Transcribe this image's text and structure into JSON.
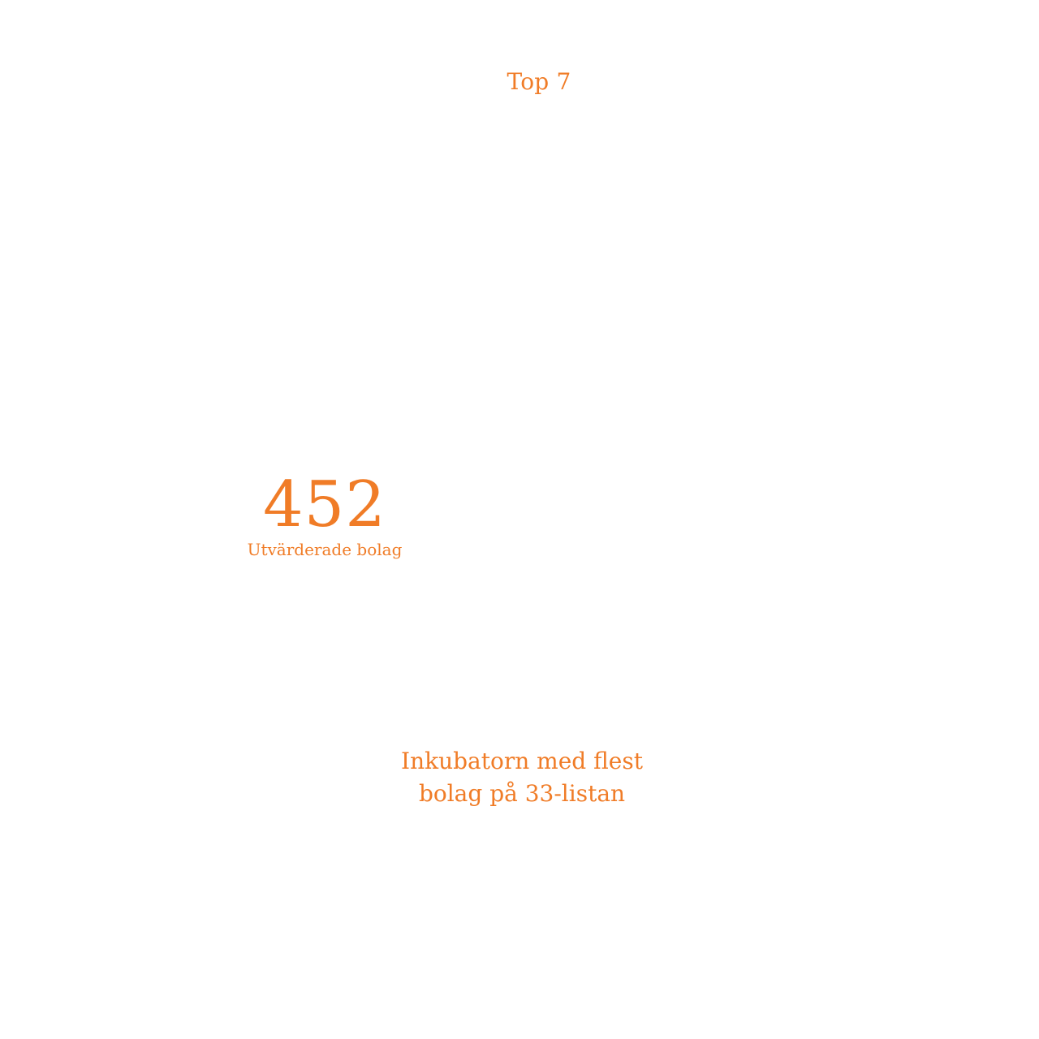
{
  "top_label": "Top 7",
  "stat": {
    "number": "452",
    "caption": "Utvärderade bolag"
  },
  "headline": {
    "line1": "Inkubatorn med flest",
    "line2": "bolag på 33-listan"
  },
  "colors": {
    "accent": "#f07c27",
    "background": "#ffffff"
  }
}
